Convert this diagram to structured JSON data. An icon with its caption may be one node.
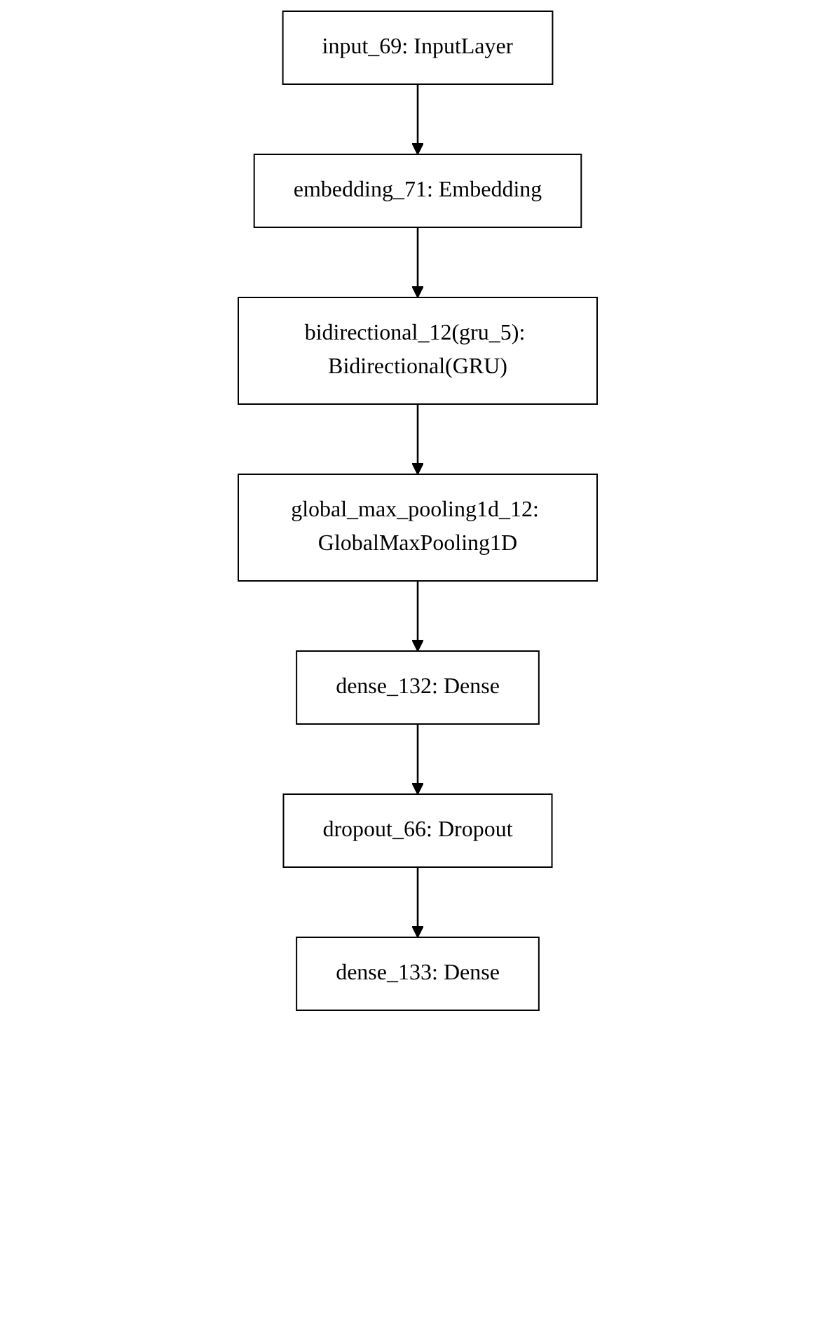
{
  "diagram": {
    "nodes": [
      {
        "text": [
          "input_69: InputLayer"
        ]
      },
      {
        "text": [
          "embedding_71: Embedding"
        ]
      },
      {
        "text": [
          "bidirectional_12(gru_5): Bidirectional(GRU)"
        ]
      },
      {
        "text": [
          "global_max_pooling1d_12: GlobalMaxPooling1D"
        ]
      },
      {
        "text": [
          "dense_132: Dense"
        ]
      },
      {
        "text": [
          "dropout_66: Dropout"
        ]
      },
      {
        "text": [
          "dense_133: Dense"
        ]
      }
    ],
    "edges": [
      {
        "from": 0,
        "to": 1,
        "arrow": "to"
      },
      {
        "from": 1,
        "to": 2,
        "arrow": "to"
      },
      {
        "from": 2,
        "to": 3,
        "arrow": "to"
      },
      {
        "from": 3,
        "to": 4,
        "arrow": "to"
      },
      {
        "from": 4,
        "to": 5,
        "arrow": "to"
      },
      {
        "from": 5,
        "to": 6,
        "arrow": "to"
      }
    ]
  }
}
